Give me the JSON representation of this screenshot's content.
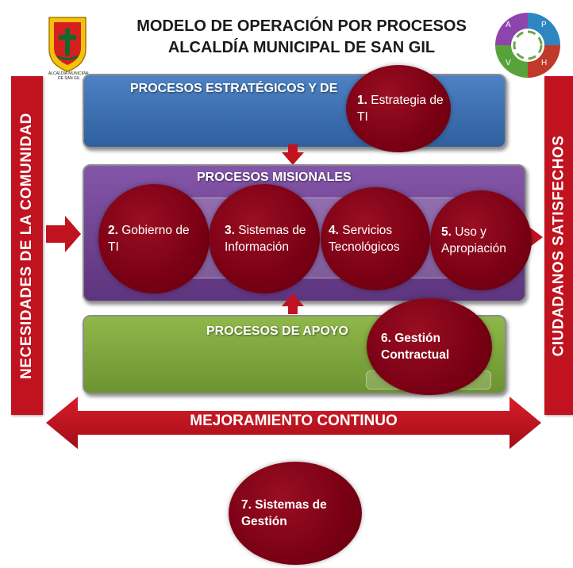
{
  "title": {
    "line1": "MODELO DE OPERACIÓN POR PROCESOS",
    "line2": "ALCALDÍA MUNICIPAL DE SAN GIL"
  },
  "logo": {
    "caption_line1": "ALCALDÍA MUNICIPAL",
    "caption_line2": "DE SAN GIL"
  },
  "phva": {
    "p": "A",
    "h": "P",
    "v": "H",
    "a": "V"
  },
  "left_bar": "NECESIDADES  DE  LA COMUNIDAD",
  "right_bar": "CIUDADANOS  SATISFECHOS",
  "bands": {
    "strategic": "PROCESOS  ESTRATÉGICOS Y DE",
    "missional": "PROCESOS  MISIONALES",
    "support": "PROCESOS  DE APOYO"
  },
  "bottom_arrow": "MEJORAMIENTO CONTINUO",
  "circles": [
    {
      "num": "1.",
      "text": "Estrategia de TI"
    },
    {
      "num": "2.",
      "text": "Gobierno de TI"
    },
    {
      "num": "3.",
      "text": "Sistemas de Información"
    },
    {
      "num": "4.",
      "text": "Servicios Tecnológicos"
    },
    {
      "num": "5.",
      "text": "Uso y Apropiación"
    },
    {
      "num": "6.",
      "text": "Gestión Contractual"
    },
    {
      "num": "7.",
      "text": "Sistemas de Gestión"
    }
  ],
  "colors": {
    "strategic": "#3f6fae",
    "missional": "#6b3f90",
    "support": "#7ea53a",
    "red": "#c1121f",
    "circle": "#7a0014"
  }
}
